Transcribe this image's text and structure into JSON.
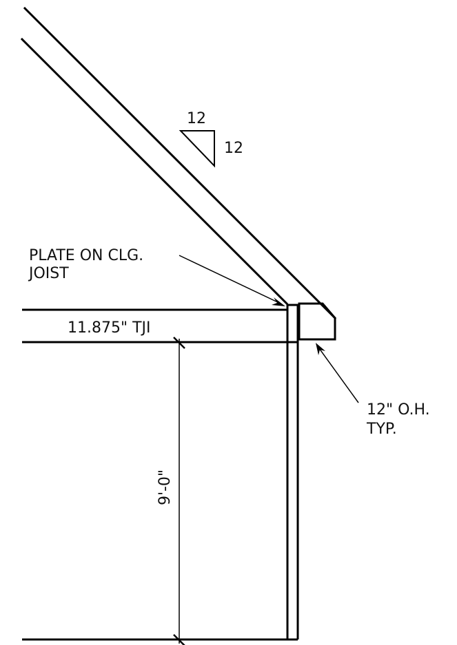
{
  "drawing": {
    "pitch": {
      "rise": "12",
      "run": "12"
    },
    "notes": {
      "plate_line1": "PLATE ON CLG.",
      "plate_line2": "JOIST",
      "joist": "11.875\" TJI",
      "overhang_line1": "12\" O.H.",
      "overhang_line2": "TYP."
    },
    "dimension": {
      "wall_height": "9'-0\""
    },
    "colors": {
      "line": "#000000",
      "background": "#ffffff"
    }
  }
}
